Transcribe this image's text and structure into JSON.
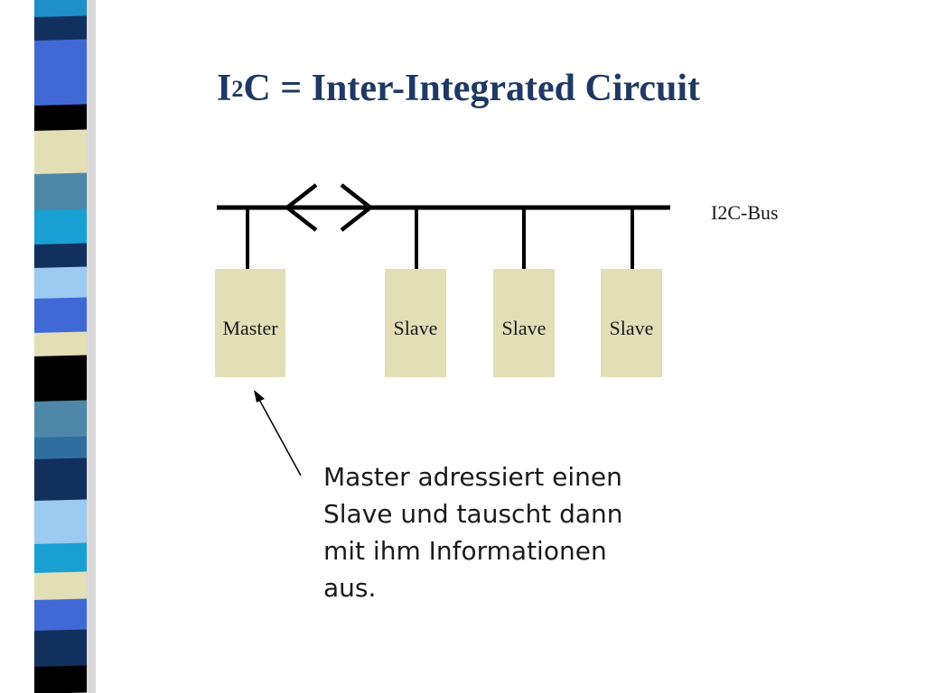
{
  "slide": {
    "title_prefix": "I",
    "title_superscript": "2",
    "title_suffix": "C = Inter-Integrated Circuit",
    "bus_label": "I2C-Bus",
    "nodes": [
      "Master",
      "Slave",
      "Slave",
      "Slave"
    ],
    "note": "Master adressiert einen Slave und tauscht dann mit ihm Informationen aus."
  },
  "colors": {
    "title": "#1f3864",
    "node_fill": "#e2dfb7",
    "bus_line": "#000000",
    "stripes": [
      "#1f8fc8",
      "#2e6f9e",
      "#4169d6",
      "#e2dfb7",
      "#11305e",
      "#000000",
      "#9ccaf0",
      "#4f87a8",
      "#1aa0d3"
    ]
  },
  "icons": {
    "bidirectional_arrow": "double-chevron-arrow-icon",
    "pointer_arrow": "pointer-arrow-icon"
  }
}
